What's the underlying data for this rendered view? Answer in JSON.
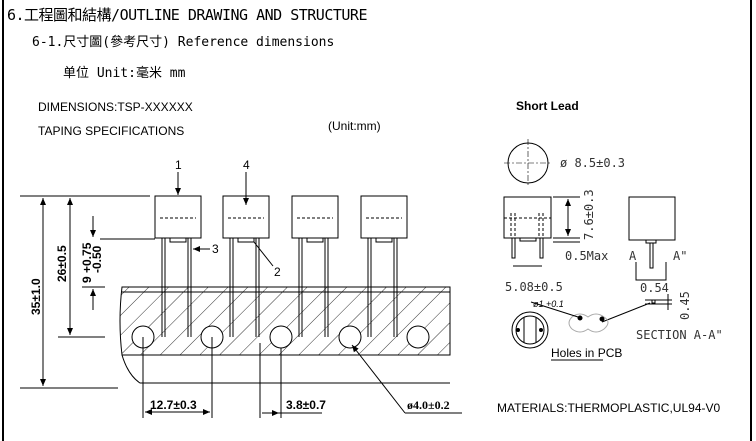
{
  "headings": {
    "section": "6.工程圖和結構/OUTLINE DRAWING AND STRUCTURE",
    "subsection": "6-1.尺寸圖(參考尺寸)  Reference dimensions",
    "unit": "单位 Unit:毫米 mm"
  },
  "drawing": {
    "dimensions_title": "DIMENSIONS:TSP-XXXXXX",
    "taping_title": "TAPING SPECIFICATIONS",
    "unit_note": "(Unit:mm)",
    "callouts": [
      "1",
      "2",
      "3",
      "4"
    ],
    "dim_35": "35±1.0",
    "dim_26": "26±0.5",
    "dim_9": "9",
    "dim_9_tol_plus": "+0.75",
    "dim_9_tol_minus": "-0.50",
    "pitch": "12.7±0.3",
    "offset": "3.8±0.7",
    "hole_dia": "ø4.0±0.2"
  },
  "short_lead": {
    "title": "Short Lead",
    "diameter": "ø 8.5±0.3",
    "height": "7.6±0.3",
    "standoff": "0.5Max",
    "lead_spacing": "5.08±0.5",
    "lead_width": "0.54",
    "lead_thickness": "0.45",
    "section_a": "A",
    "section_a2": "A\"",
    "section_label": "SECTION A-A\"",
    "pcb_hole": "ø1 +0.1",
    "pcb_label": "Holes in PCB"
  },
  "materials": "MATERIALS:THERMOPLASTIC,UL94-V0"
}
